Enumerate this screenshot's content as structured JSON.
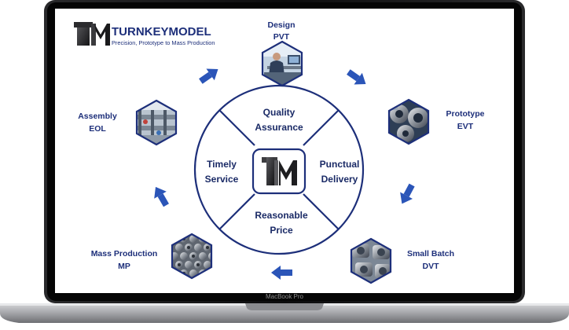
{
  "brand": {
    "name": "TURNKEYMODEL",
    "tagline": "Precision, Prototype to Mass Production",
    "logo_letters": "TM"
  },
  "laptop": {
    "model_label": "MacBook Pro"
  },
  "center": {
    "segments": {
      "top": [
        "Quality",
        "Assurance"
      ],
      "right": [
        "Punctual",
        "Delivery"
      ],
      "bottom": [
        "Reasonable",
        "Price"
      ],
      "left": [
        "Timely",
        "Service"
      ]
    }
  },
  "stages": [
    {
      "lines": [
        "Design",
        "PVT"
      ],
      "image": "engineer-at-workstation"
    },
    {
      "lines": [
        "Prototype",
        "EVT"
      ],
      "image": "machined-metal-parts"
    },
    {
      "lines": [
        "Small Batch",
        "DVT"
      ],
      "image": "small-batch-brackets"
    },
    {
      "lines": [
        "Mass Production",
        "MP"
      ],
      "image": "mass-production-parts"
    },
    {
      "lines": [
        "Assembly",
        "EOL"
      ],
      "image": "assembly-line"
    }
  ],
  "colors": {
    "navy": "#1d2f7a",
    "arrow": "#2b55b8",
    "bezel": "#0d0d0d",
    "aluminum": "#a8a9ad"
  }
}
